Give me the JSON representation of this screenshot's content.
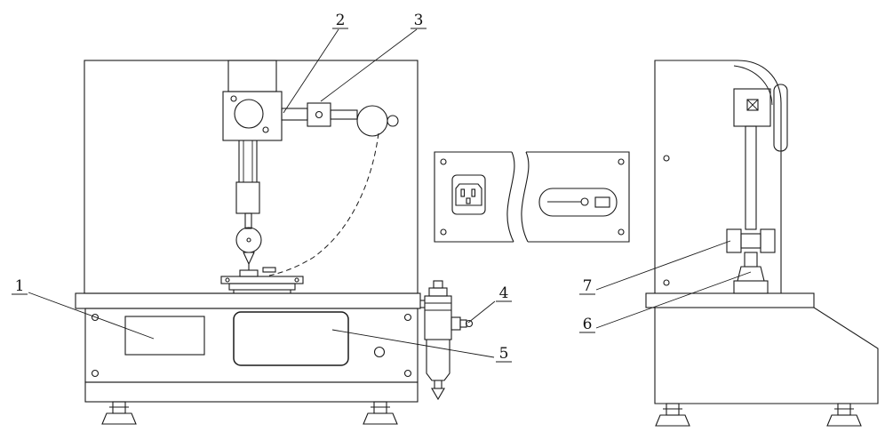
{
  "colors": {
    "background": "#ffffff",
    "line": "#1a1a1a"
  },
  "callouts": [
    {
      "label": "1"
    },
    {
      "label": "2"
    },
    {
      "label": "3"
    },
    {
      "label": "4"
    },
    {
      "label": "5"
    },
    {
      "label": "6"
    },
    {
      "label": "7"
    }
  ]
}
